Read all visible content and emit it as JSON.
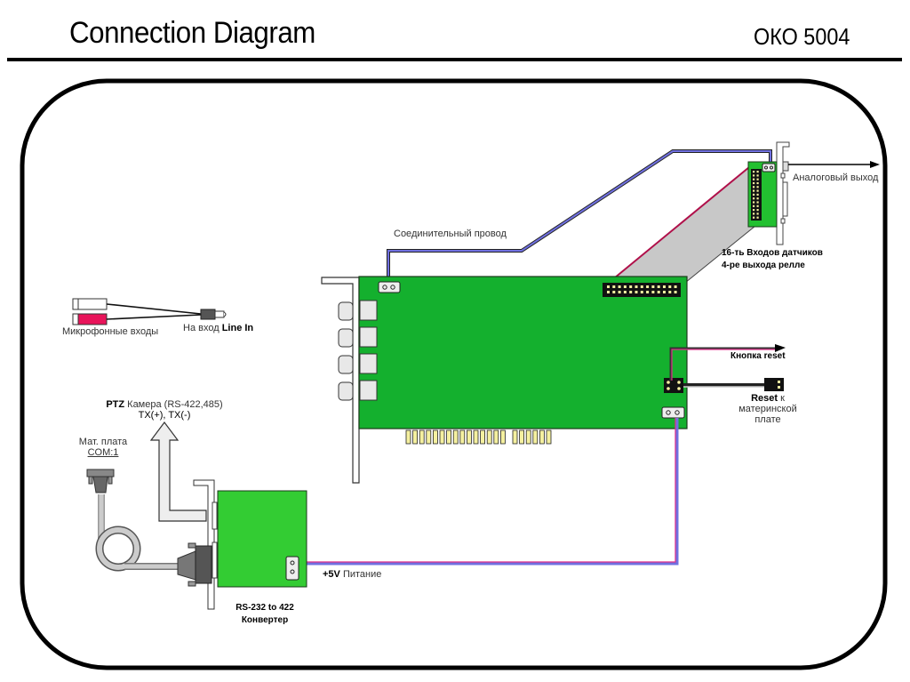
{
  "header": {
    "title": "Connection Diagram",
    "model": "ОКО 5004"
  },
  "labels": {
    "mic_inputs": "Микрофонные входы",
    "line_in_prefix": "На вход",
    "line_in_bold": "Line In",
    "connecting_wire": "Соединительный провод",
    "analog_out": "Аналоговый выход",
    "sensors_line1": "16-ть Входов датчиков",
    "sensors_line2": "4-ре выхода релле",
    "reset_button": "Кнопка reset",
    "reset_bold": "Reset",
    "reset_rest1": "к",
    "reset_rest2": "материнской",
    "reset_rest3": "плате",
    "ptz_bold": "PTZ",
    "ptz_rest": "Камера (RS-422,485)",
    "ptz_line2": "TX(+), TX(-)",
    "mb_line1": "Мат. плата",
    "mb_line2": "COM:1",
    "power_bold": "+5V",
    "power_rest": "Питание",
    "converter_line1": "RS-232 to 422",
    "converter_line2": "Конвертер"
  },
  "colors": {
    "pcb_green": "#14b02e",
    "converter_green": "#33cc33",
    "wire_blue": "#6060d0",
    "wire_pink": "#e0308a",
    "ribbon_grey": "#c8c8c8",
    "ribbon_red": "#b0104a",
    "gold": "#f5f0a0"
  }
}
